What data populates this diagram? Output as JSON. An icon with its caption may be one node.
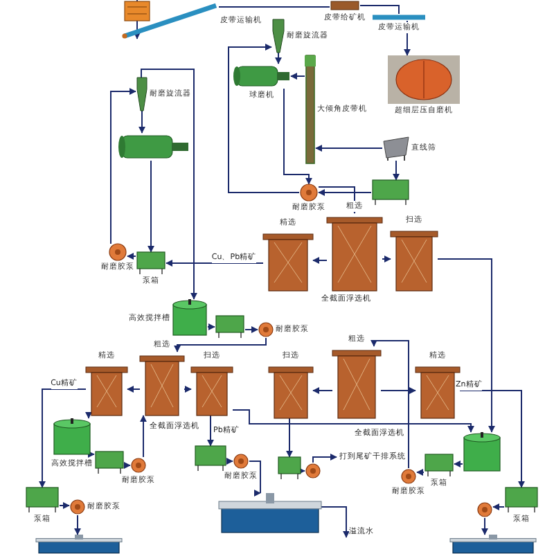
{
  "diagram": {
    "nodes": [
      {
        "text": [],
        "shape": "box"
      },
      {
        "text": [
          "皮带运输机"
        ]
      },
      {
        "text": [
          "皮带给矿机"
        ]
      },
      {
        "text": [
          "皮带运输机"
        ]
      },
      {
        "text": [
          "超细层压自磨机"
        ]
      },
      {
        "text": [
          "直线筛"
        ]
      },
      {
        "text": [
          "大倾角皮带机"
        ]
      },
      {
        "text": [
          "耐磨旋流器"
        ]
      },
      {
        "text": [
          "球磨机"
        ]
      },
      {
        "text": [
          "耐磨旋流器"
        ]
      },
      {
        "text": [],
        "shape": "cylinder"
      },
      {
        "text": [],
        "shape": "box"
      },
      {
        "text": [
          "耐磨胶泵"
        ]
      },
      {
        "text": [
          "耐磨胶泵"
        ]
      },
      {
        "text": [
          "泵箱"
        ]
      },
      {
        "text": [
          "精选"
        ]
      },
      {
        "text": [
          "粗选"
        ]
      },
      {
        "text": [
          "扫选"
        ]
      },
      {
        "text": [
          "高效搅拌槽"
        ]
      },
      {
        "text": [],
        "shape": "box"
      },
      {
        "text": [
          "耐磨胶泵"
        ]
      },
      {
        "text": [
          "精选"
        ]
      },
      {
        "text": [
          "粗选"
        ]
      },
      {
        "text": [
          "扫选"
        ]
      },
      {
        "text": [
          "扫选"
        ]
      },
      {
        "text": [
          "粗选"
        ]
      },
      {
        "text": [
          "精选"
        ]
      },
      {
        "text": [
          "高效搅拌槽"
        ]
      },
      {
        "text": [],
        "shape": "box"
      },
      {
        "text": [
          "耐磨胶泵"
        ]
      },
      {
        "text": [],
        "shape": "box"
      },
      {
        "text": [
          "耐磨胶泵"
        ]
      },
      {
        "text": [],
        "shape": "box"
      },
      {
        "text": [],
        "shape": "circle"
      },
      {
        "text": [],
        "shape": "cylinder"
      },
      {
        "text": [],
        "shape": "cylinder"
      },
      {
        "text": [
          "泵箱"
        ]
      },
      {
        "text": [
          "耐磨胶泵"
        ]
      },
      {
        "text": [
          "泵箱"
        ]
      },
      {
        "text": [],
        "shape": "circle"
      },
      {
        "text": [
          "泵箱"
        ]
      },
      {
        "text": [
          "耐磨胶泵"
        ]
      },
      {
        "text": [],
        "shape": "cylinder"
      },
      {
        "text": [],
        "shape": "cylinder"
      }
    ],
    "edges": [
      {
        "from": 0,
        "to": 1,
        "arrow": "to"
      },
      {
        "from": 1,
        "to": 2,
        "arrow": "none"
      },
      {
        "from": 2,
        "to": 3,
        "arrow": "none"
      },
      {
        "from": 3,
        "to": 4,
        "arrow": "to"
      },
      {
        "from": 5,
        "to": 6,
        "arrow": "to"
      },
      {
        "from": 6,
        "to": 8,
        "arrow": "to"
      },
      {
        "from": 12,
        "to": 7,
        "arrow": "to"
      },
      {
        "from": 7,
        "to": 8,
        "arrow": "to"
      },
      {
        "from": 8,
        "to": 12,
        "arrow": "to"
      },
      {
        "from": 9,
        "to": 10,
        "arrow": "to"
      },
      {
        "from": 13,
        "to": 9,
        "arrow": "to"
      },
      {
        "from": 10,
        "to": 14,
        "arrow": "to"
      },
      {
        "from": 14,
        "to": 13,
        "arrow": "to"
      },
      {
        "from": 5,
        "to": 11,
        "arrow": "to"
      },
      {
        "from": 11,
        "to": 12,
        "arrow": "to"
      },
      {
        "from": 12,
        "to": 16,
        "arrow": "to"
      },
      {
        "from": 16,
        "to": 15,
        "arrow": "to"
      },
      {
        "from": 16,
        "to": 17,
        "arrow": "to"
      },
      {
        "from": 15,
        "to": 14,
        "arrow": "to",
        "label": "Cu、Pb精矿"
      },
      {
        "from": 17,
        "to": 35,
        "arrow": "to"
      },
      {
        "from": 9,
        "to": 18,
        "arrow": "to"
      },
      {
        "from": 18,
        "to": 19,
        "arrow": "to"
      },
      {
        "from": 19,
        "to": 20,
        "arrow": "to"
      },
      {
        "from": 20,
        "to": 22,
        "arrow": "to"
      },
      {
        "from": 22,
        "to": 21,
        "arrow": "to"
      },
      {
        "from": 22,
        "to": 23,
        "arrow": "to"
      },
      {
        "from": 21,
        "to": 40,
        "arrow": "to",
        "label": "Cu精矿"
      },
      {
        "from": 23,
        "to": 30,
        "arrow": "to",
        "label": "Pb精矿"
      },
      {
        "from": 21,
        "to": 27,
        "arrow": "to"
      },
      {
        "from": 27,
        "to": 28,
        "arrow": "to"
      },
      {
        "from": 28,
        "to": 29,
        "arrow": "to"
      },
      {
        "from": 29,
        "to": 22,
        "arrow": "to"
      },
      {
        "from": 23,
        "to": 35,
        "arrow": "to"
      },
      {
        "from": 35,
        "to": 36,
        "arrow": "to"
      },
      {
        "from": 36,
        "to": 37,
        "arrow": "to"
      },
      {
        "from": 37,
        "to": 25,
        "arrow": "to"
      },
      {
        "from": 25,
        "to": 24,
        "arrow": "to"
      },
      {
        "from": 25,
        "to": 26,
        "arrow": "to"
      },
      {
        "from": 26,
        "to": 38,
        "arrow": "to",
        "label": "Zn精矿"
      },
      {
        "from": 24,
        "to": 32,
        "arrow": "to"
      },
      {
        "from": 32,
        "to": 33,
        "arrow": "to"
      },
      {
        "from": 33,
        "to": null,
        "arrow": "to",
        "label": "打到尾矿干排系统"
      },
      {
        "from": 30,
        "to": 31,
        "arrow": "to"
      },
      {
        "from": 31,
        "to": 34,
        "arrow": "to"
      },
      {
        "from": 34,
        "to": null,
        "arrow": "to",
        "label": "溢流水"
      },
      {
        "from": 40,
        "to": 41,
        "arrow": "to"
      },
      {
        "from": 41,
        "to": 42,
        "arrow": "to"
      },
      {
        "from": 38,
        "to": 39,
        "arrow": "to"
      },
      {
        "from": 39,
        "to": 43,
        "arrow": "to"
      }
    ],
    "labels": [
      "全截面浮选机",
      "全截面浮选机",
      "全截面浮选机"
    ]
  }
}
